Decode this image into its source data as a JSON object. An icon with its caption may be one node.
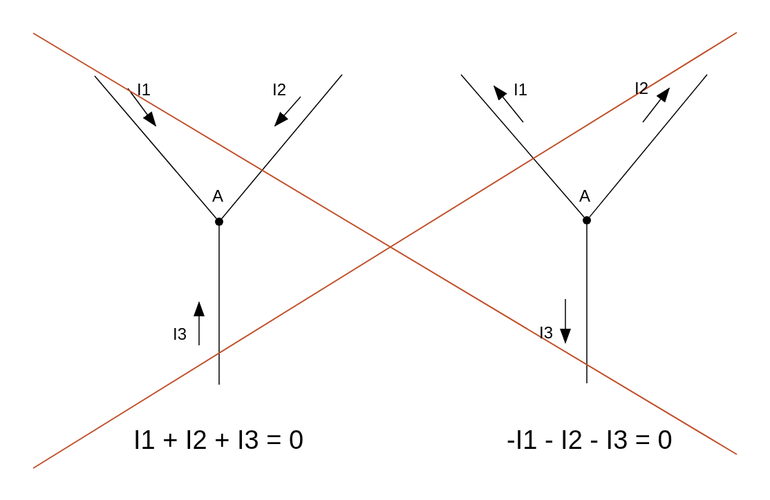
{
  "diagram": {
    "nodes": [
      {
        "text": [],
        "shape": "circle"
      },
      {
        "text": [],
        "shape": "circle"
      }
    ],
    "edges": [
      {
        "from": null,
        "to": 0,
        "arrow": "none"
      },
      {
        "from": null,
        "to": 0,
        "arrow": "none"
      },
      {
        "from": null,
        "to": 0,
        "arrow": "none"
      },
      {
        "from": null,
        "to": 1,
        "arrow": "none"
      },
      {
        "from": null,
        "to": 1,
        "arrow": "none"
      },
      {
        "from": null,
        "to": 1,
        "arrow": "none"
      }
    ],
    "labels": [
      "I1",
      "I2",
      "I1",
      "I2",
      "A",
      "A",
      "I3",
      "I3",
      "I1 + I2 + I3 = 0",
      "-I1 - I2 - I3 = 0"
    ]
  }
}
